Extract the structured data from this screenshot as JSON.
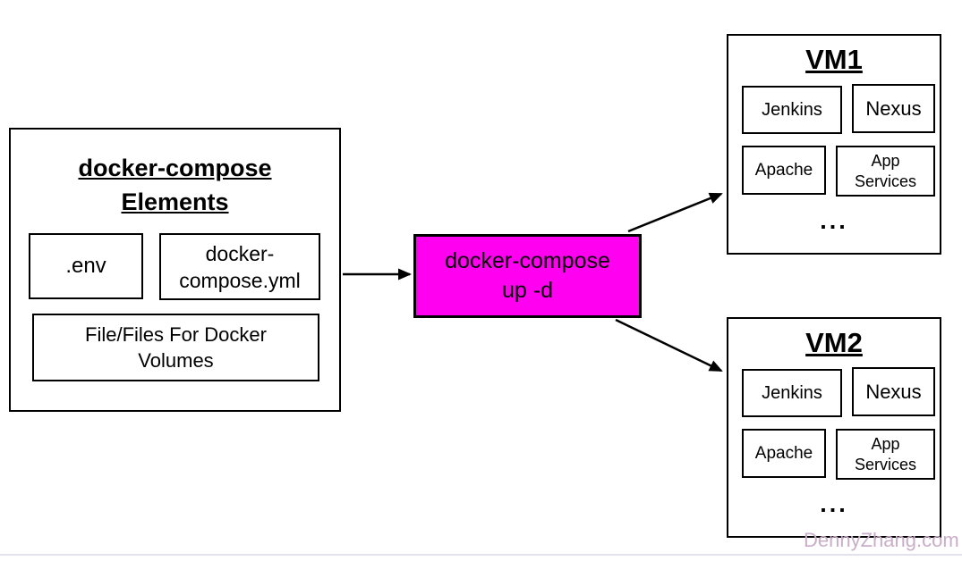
{
  "diagram": {
    "left_panel": {
      "title_line1": "docker-compose",
      "title_line2": "Elements",
      "env_label": ".env",
      "compose_line1": "docker-",
      "compose_line2": "compose.yml",
      "volumes_line1": "File/Files For Docker",
      "volumes_line2": "Volumes"
    },
    "command_box": {
      "line1": "docker-compose",
      "line2": "up -d",
      "bg_color": "#ff00f0"
    },
    "vm1": {
      "title": "VM1",
      "services": [
        "Jenkins",
        "Nexus",
        "Apache",
        "App Services"
      ],
      "more": "..."
    },
    "vm2": {
      "title": "VM2",
      "services": [
        "Jenkins",
        "Nexus",
        "Apache",
        "App Services"
      ],
      "more": "..."
    },
    "watermark": {
      "text": "DennyZhang.com",
      "color": "#c9aec8"
    }
  }
}
